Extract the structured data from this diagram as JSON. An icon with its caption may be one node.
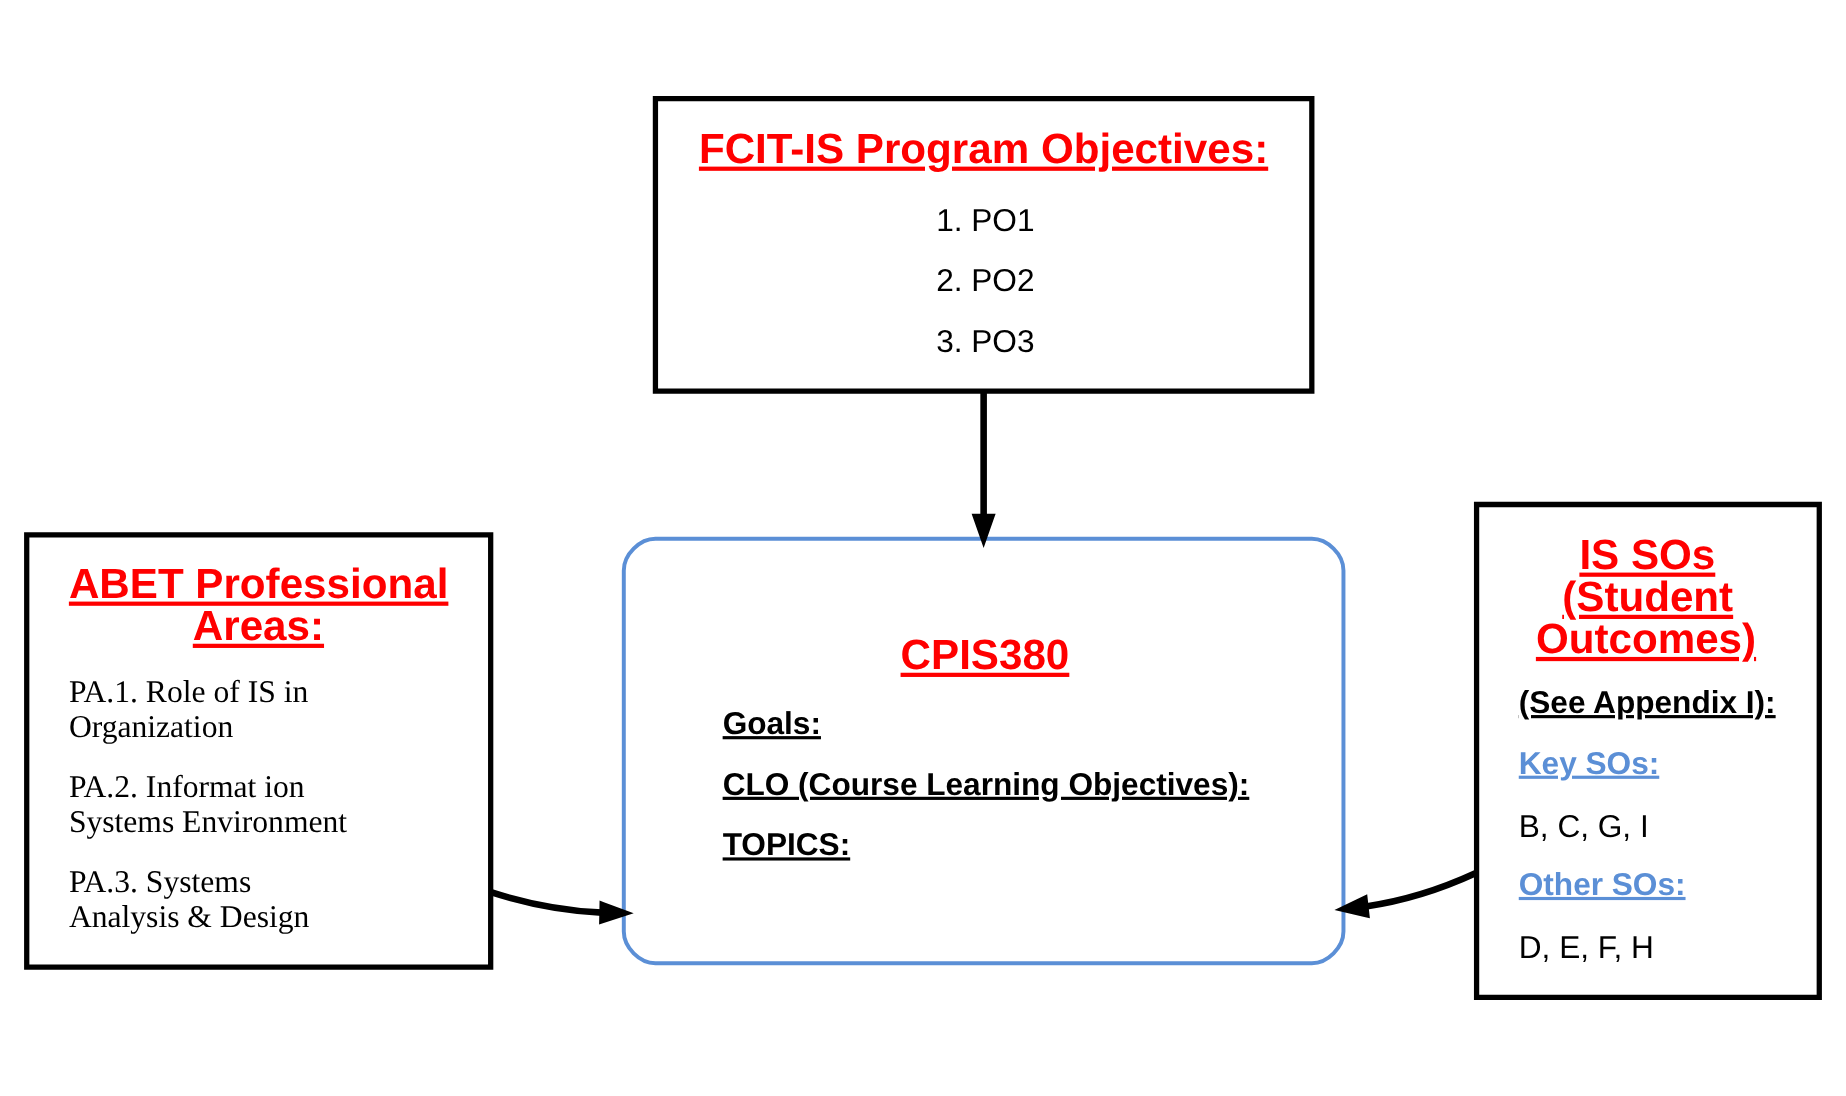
{
  "diagram": {
    "nodes": [
      {
        "text": [
          "FCIT-IS Program Objectives:",
          "1. PO1",
          "2. PO2",
          "3. PO3"
        ]
      },
      {
        "text": [
          "ABET Professional Areas:",
          "PA.1. Role of IS in Organization",
          "PA.2. Informat ion Systems Environment",
          "PA.3. Systems Analysis & Design"
        ]
      },
      {
        "text": [
          "CPIS380",
          "Goals:",
          "CLO (Course Learning Objectives):",
          "TOPICS:"
        ]
      },
      {
        "text": [
          "IS SOs (Student Outcomes)",
          "(See Appendix I):",
          "Key SOs:",
          "B, C, G, I",
          "Other SOs:",
          "D, E, F, H"
        ]
      }
    ],
    "edges": [
      {
        "from": 0,
        "to": 2,
        "arrow": "to"
      },
      {
        "from": 1,
        "to": 2,
        "arrow": "to"
      },
      {
        "from": 3,
        "to": 2,
        "arrow": "to"
      }
    ]
  }
}
